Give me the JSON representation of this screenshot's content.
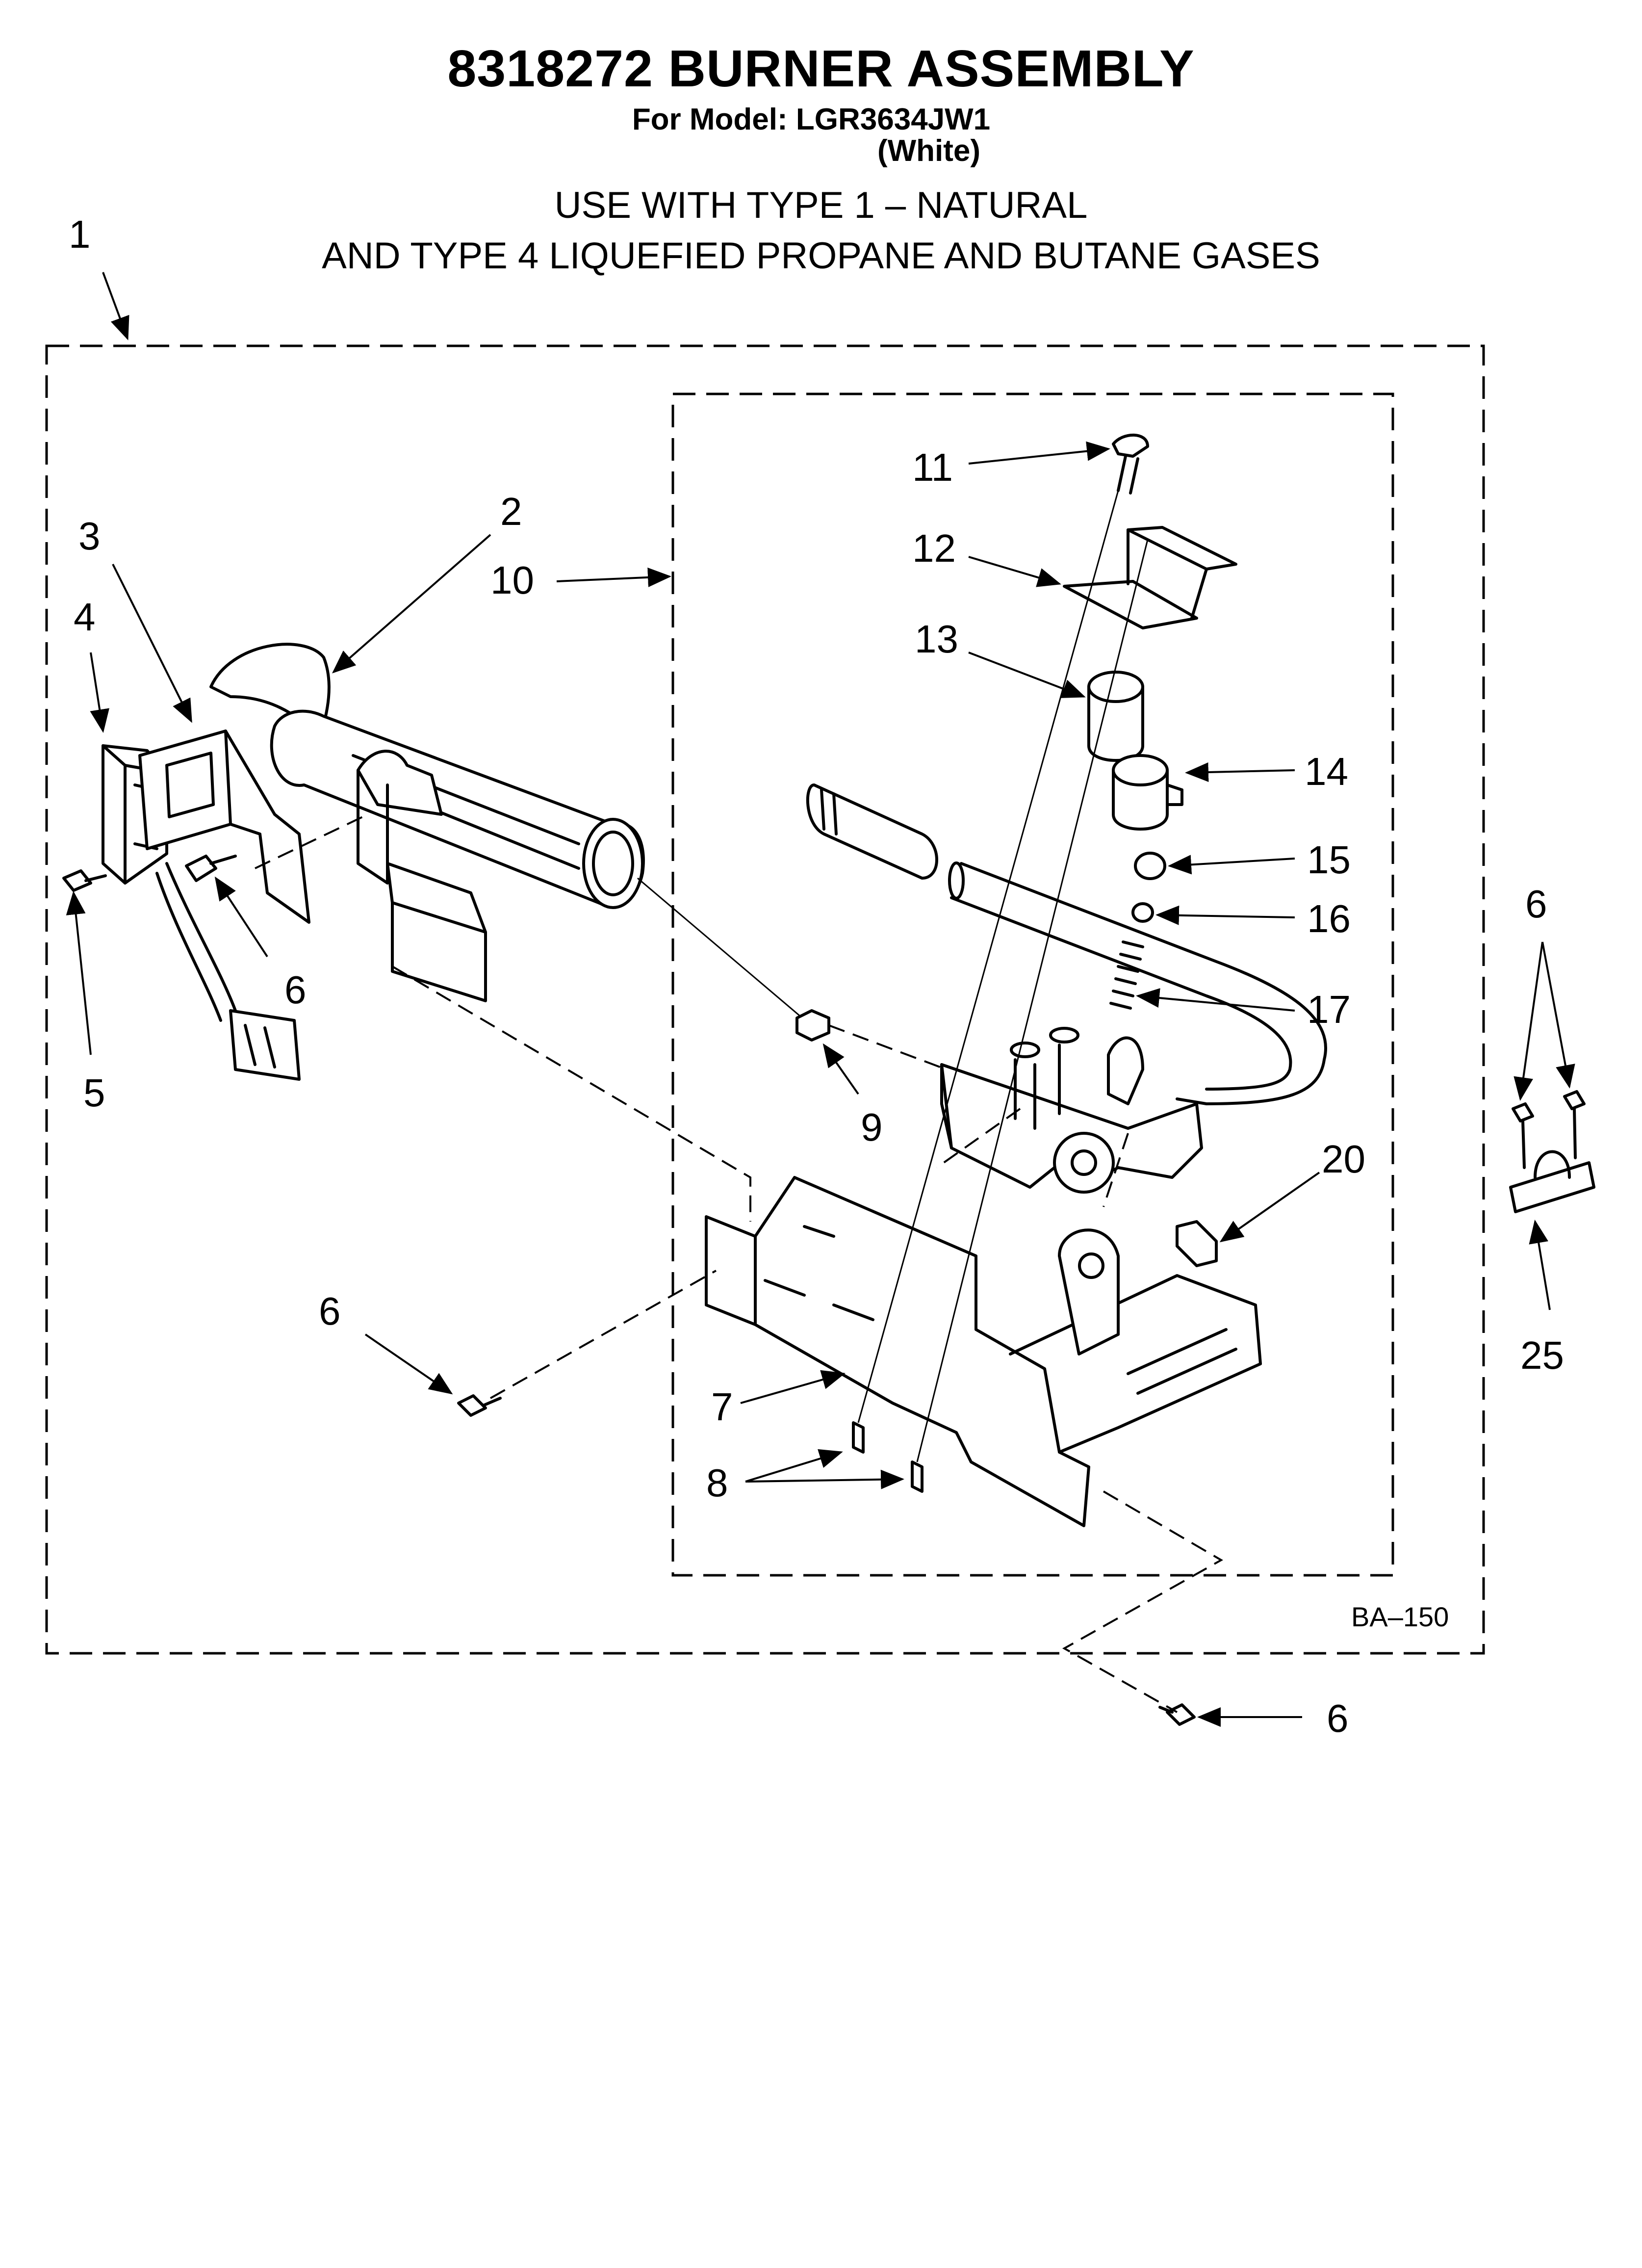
{
  "header": {
    "title": "8318272 BURNER ASSEMBLY",
    "model": "For Model: LGR3634JW1",
    "color": "(White)",
    "gas_line1": "USE WITH TYPE 1 –   NATURAL",
    "gas_line2": "AND TYPE 4     LIQUEFIED PROPANE AND BUTANE GASES"
  },
  "callouts": [
    {
      "id": "c1",
      "label": "1"
    },
    {
      "id": "c2",
      "label": "2"
    },
    {
      "id": "c3",
      "label": "3"
    },
    {
      "id": "c4",
      "label": "4"
    },
    {
      "id": "c5",
      "label": "5"
    },
    {
      "id": "c6a",
      "label": "6"
    },
    {
      "id": "c6b",
      "label": "6"
    },
    {
      "id": "c6c",
      "label": "6"
    },
    {
      "id": "c6d",
      "label": "6"
    },
    {
      "id": "c7",
      "label": "7"
    },
    {
      "id": "c8",
      "label": "8"
    },
    {
      "id": "c9",
      "label": "9"
    },
    {
      "id": "c10",
      "label": "10"
    },
    {
      "id": "c11",
      "label": "11"
    },
    {
      "id": "c12",
      "label": "12"
    },
    {
      "id": "c13",
      "label": "13"
    },
    {
      "id": "c14",
      "label": "14"
    },
    {
      "id": "c15",
      "label": "15"
    },
    {
      "id": "c16",
      "label": "16"
    },
    {
      "id": "c17",
      "label": "17"
    },
    {
      "id": "c20",
      "label": "20"
    },
    {
      "id": "c25",
      "label": "25"
    }
  ],
  "drawing_ref": "BA–150"
}
